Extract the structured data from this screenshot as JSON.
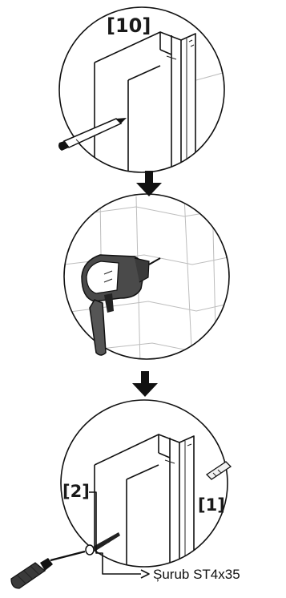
{
  "steps": [
    {
      "callouts": [
        "[10]"
      ]
    },
    {
      "callouts": []
    },
    {
      "callouts": [
        "[2]",
        "[1]"
      ],
      "caption": "Șurub ST4x35"
    }
  ]
}
